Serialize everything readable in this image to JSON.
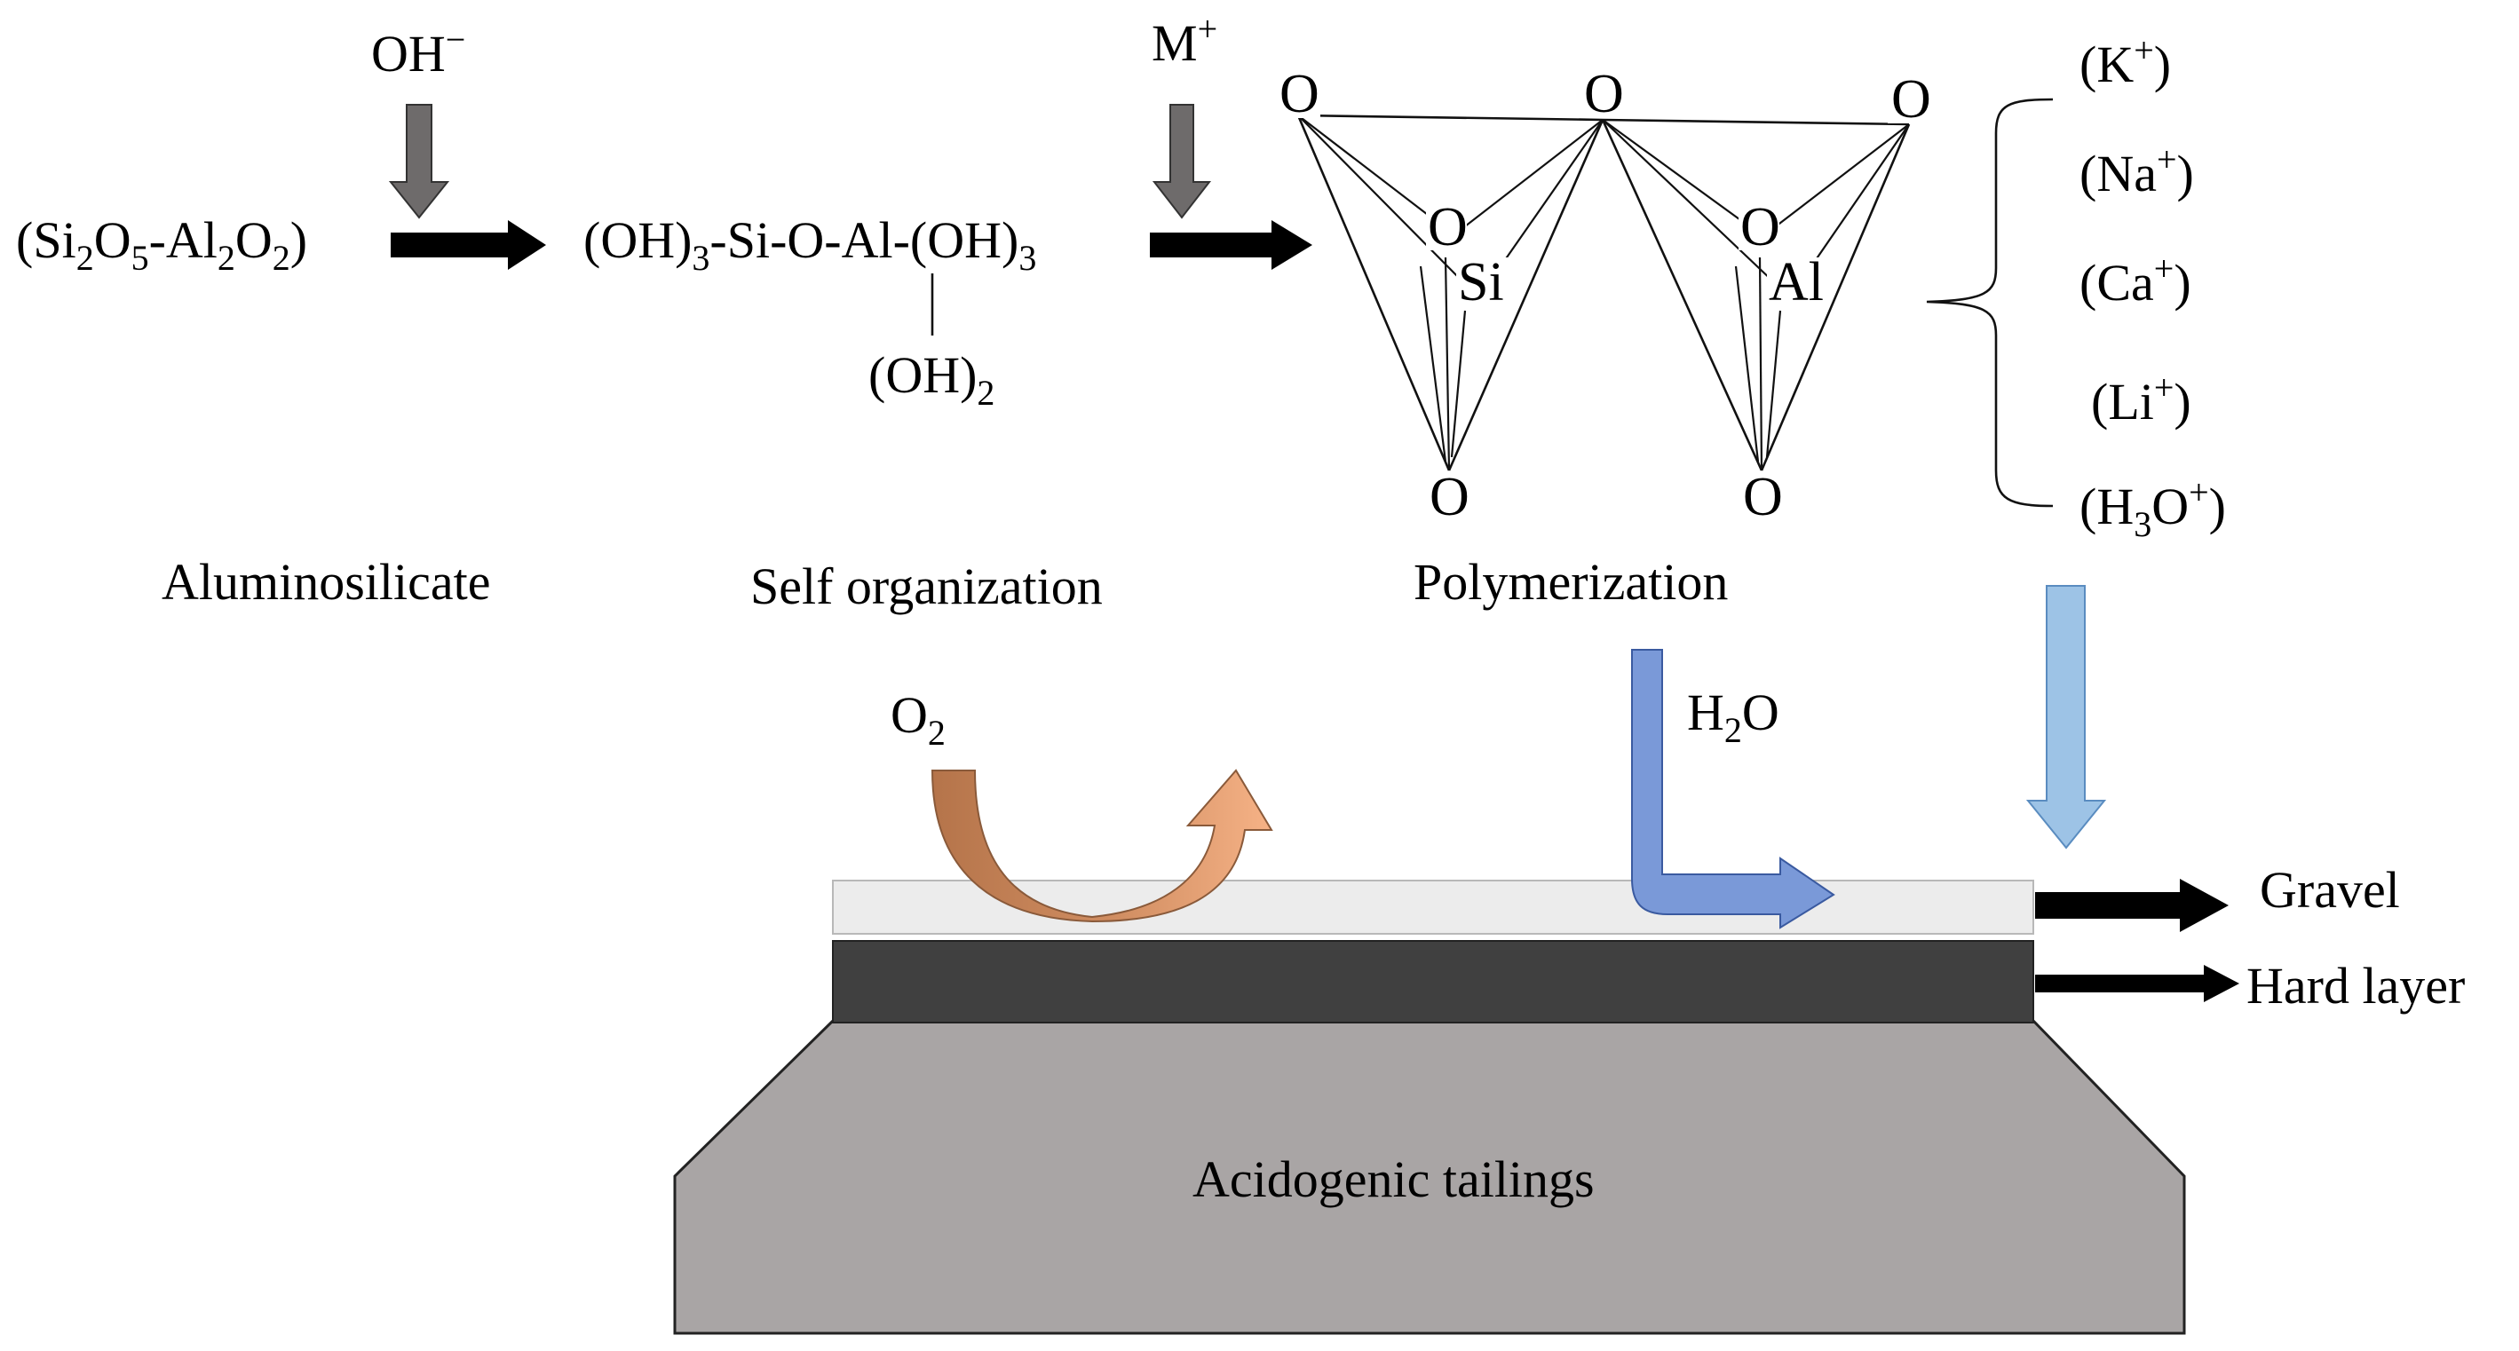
{
  "chemistry": {
    "oh_minus": {
      "base": "OH",
      "sup": "−"
    },
    "m_plus": {
      "base": "M",
      "sup": "+"
    },
    "reactant": {
      "open": "(Si",
      "sub1": "2",
      "o1": "O",
      "sub2": "5",
      "dash": "-Al",
      "sub3": "2",
      "o2": "O",
      "sub4": "2",
      "close": ")"
    },
    "intermediate": {
      "part1": "(OH)",
      "sub1": "3",
      "part2": "-Si-O-Al-(OH)",
      "sub2": "3",
      "pendant": "(OH)",
      "pendant_sub": "2"
    },
    "oxygen": "O",
    "si": "Si",
    "al": "Al",
    "cations": [
      {
        "open": "(K",
        "sup": "+",
        "close": ")"
      },
      {
        "open": "(Na",
        "sup": "+",
        "close": ")"
      },
      {
        "open": "(Ca",
        "sup": "+",
        "close": ")"
      },
      {
        "open": "(Li",
        "sup": "+",
        "close": ")"
      }
    ],
    "hydronium": {
      "open": "(H",
      "sub": "3",
      "mid": "O",
      "sup": "+",
      "close": ")"
    }
  },
  "stages": {
    "aluminosilicate": "Aluminosilicate",
    "self_organization": "Self organization",
    "polymerization": "Polymerization"
  },
  "bottom": {
    "o2": {
      "base": "O",
      "sub": "2"
    },
    "h2o": {
      "h": "H",
      "sub": "2",
      "o": "O"
    },
    "gravel": "Gravel",
    "hard_layer": "Hard layer",
    "tailings": "Acidogenic tailings"
  },
  "colors": {
    "gravel_layer": "#ececec",
    "hard_layer": "#404040",
    "tailings": "#a9a5a5",
    "grey_arrow": "#6e6b6b",
    "o2_arrow_dark": "#b7774b",
    "o2_arrow_light": "#f4ae82",
    "h2o_arrow": "#7a99d8",
    "blue_arrow": "#9dc3e6"
  }
}
